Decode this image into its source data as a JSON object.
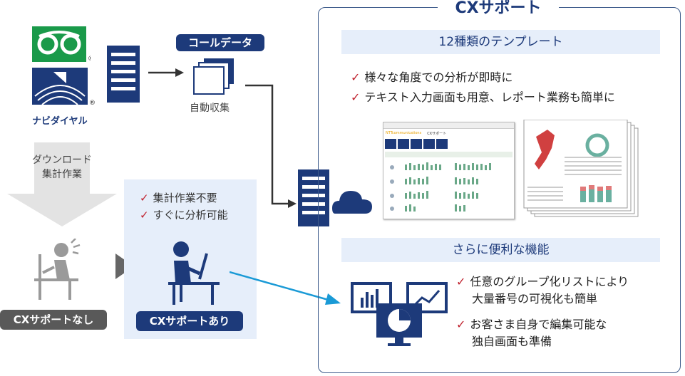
{
  "logos": {
    "freedial": "free dial logo",
    "navidial_text": "ナビダイヤル"
  },
  "flow": {
    "call_data_tag": "コールデータ",
    "auto_collect": "自動収集"
  },
  "without": {
    "manual_work_line1": "ダウンロード",
    "manual_work_line2": "集計作業",
    "tag": "CXサポートなし"
  },
  "with": {
    "benefits": [
      "集計作業不要",
      "すぐに分析可能"
    ],
    "tag": "CXサポートあり"
  },
  "cx_support": {
    "title": "CXサポート",
    "templates_band": "12種類のテンプレート",
    "template_points": [
      "様々な角度での分析が即時に",
      "テキスト入力画面も用意、レポート業務も簡単に"
    ],
    "features_band": "さらに便利な機能",
    "feature_points": [
      {
        "line1": "任意のグループ化リストにより",
        "line2": "大量番号の可視化も簡単"
      },
      {
        "line1": "お客さま自身で編集可能な",
        "line2": "独自画面も準備"
      }
    ]
  },
  "screenshot_mock": {
    "brand": "NTTcommunications",
    "title": "CXサポート"
  },
  "colors": {
    "navy": "#1d3a7a",
    "logo_green": "#1a9a4a",
    "check_red": "#c0232f",
    "band_bg": "#e6eefa",
    "arrow_blue": "#1a9ad6",
    "gray": "#cfcfcf"
  }
}
